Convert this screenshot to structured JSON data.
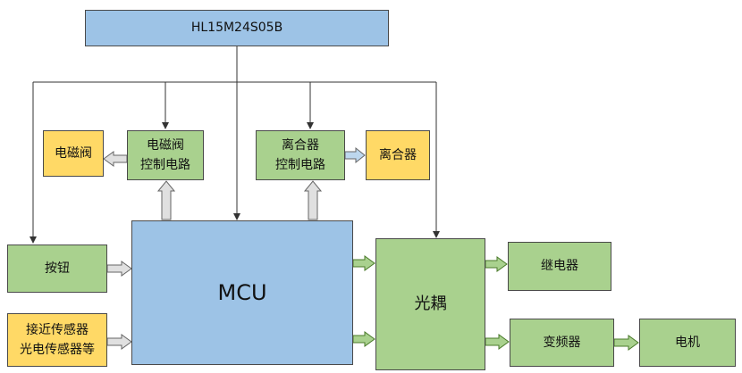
{
  "power": {
    "label": "HL15M24S05B"
  },
  "blocks": {
    "solenoid_valve": "电磁阀",
    "solenoid_ctrl": "电磁阀\n控制电路",
    "clutch_ctrl": "离合器\n控制电路",
    "clutch": "离合器",
    "button": "按钮",
    "sensors": "接近传感器\n光电传感器等",
    "mcu": "MCU",
    "optocoupler": "光耦",
    "relay": "继电器",
    "inverter": "变频器",
    "motor": "电机"
  },
  "colors": {
    "blue": "#9dc3e6",
    "green": "#a9d18e",
    "yellow": "#ffd966",
    "line": "#333333"
  }
}
